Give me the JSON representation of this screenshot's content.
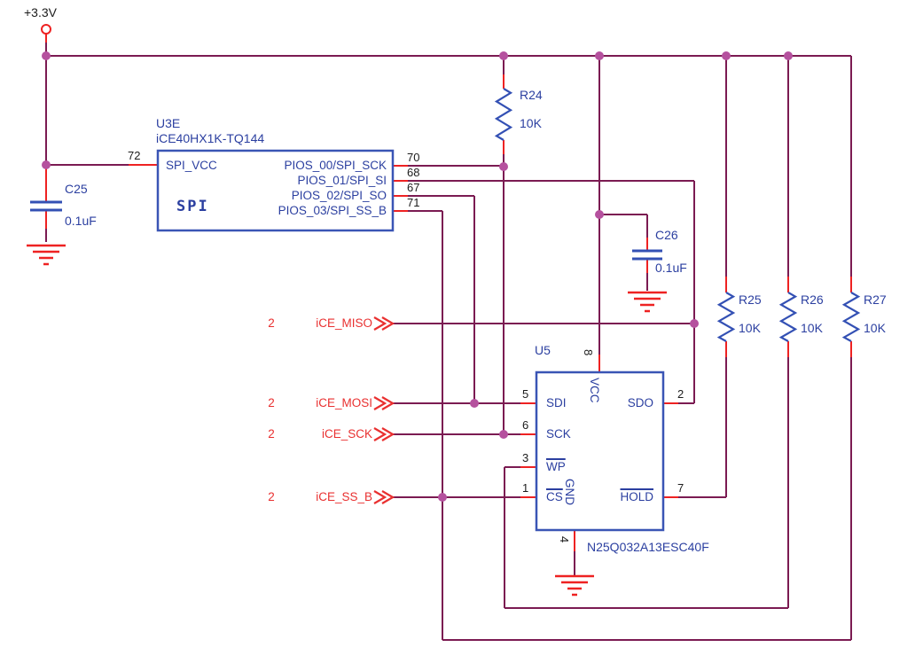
{
  "colors": {
    "wire": "#7b1b52",
    "junction_dot": "#b5519e",
    "pin_lead": "#ee2222",
    "component_blue": "#2b3fa0",
    "symbol_blue": "#3a55b5",
    "net_label_red": "#e93030",
    "text_black": "#1c1c1c"
  },
  "power_flag": "+3.3V",
  "u3e": {
    "ref": "U3E",
    "part": "iCE40HX1K-TQ144",
    "block_label": "SPI",
    "pin_left_num": "72",
    "pin_left_name": "SPI_VCC",
    "pins_right": [
      {
        "num": "70",
        "name": "PIOS_00/SPI_SCK"
      },
      {
        "num": "68",
        "name": "PIOS_01/SPI_SI"
      },
      {
        "num": "67",
        "name": "PIOS_02/SPI_SO"
      },
      {
        "num": "71",
        "name": "PIOS_03/SPI_SS_B"
      }
    ]
  },
  "u5": {
    "ref": "U5",
    "part": "N25Q032A13ESC40F",
    "pins_left": [
      {
        "num": "5",
        "name": "SDI"
      },
      {
        "num": "6",
        "name": "SCK"
      },
      {
        "num": "3",
        "name": "WP"
      },
      {
        "num": "1",
        "name": "CS"
      }
    ],
    "pins_right": [
      {
        "num": "2",
        "name": "SDO"
      },
      {
        "num": "7",
        "name": "HOLD"
      }
    ],
    "pin_top": {
      "num": "8",
      "name": "VCC"
    },
    "pin_bottom": {
      "num": "4",
      "name": "GND"
    }
  },
  "c25": {
    "ref": "C25",
    "value": "0.1uF"
  },
  "c26": {
    "ref": "C26",
    "value": "0.1uF"
  },
  "r24": {
    "ref": "R24",
    "value": "10K"
  },
  "r25": {
    "ref": "R25",
    "value": "10K"
  },
  "r26": {
    "ref": "R26",
    "value": "10K"
  },
  "r27": {
    "ref": "R27",
    "value": "10K"
  },
  "nets": [
    {
      "page": "2",
      "name": "iCE_MISO"
    },
    {
      "page": "2",
      "name": "iCE_MOSI"
    },
    {
      "page": "2",
      "name": "iCE_SCK"
    },
    {
      "page": "2",
      "name": "iCE_SS_B"
    }
  ]
}
